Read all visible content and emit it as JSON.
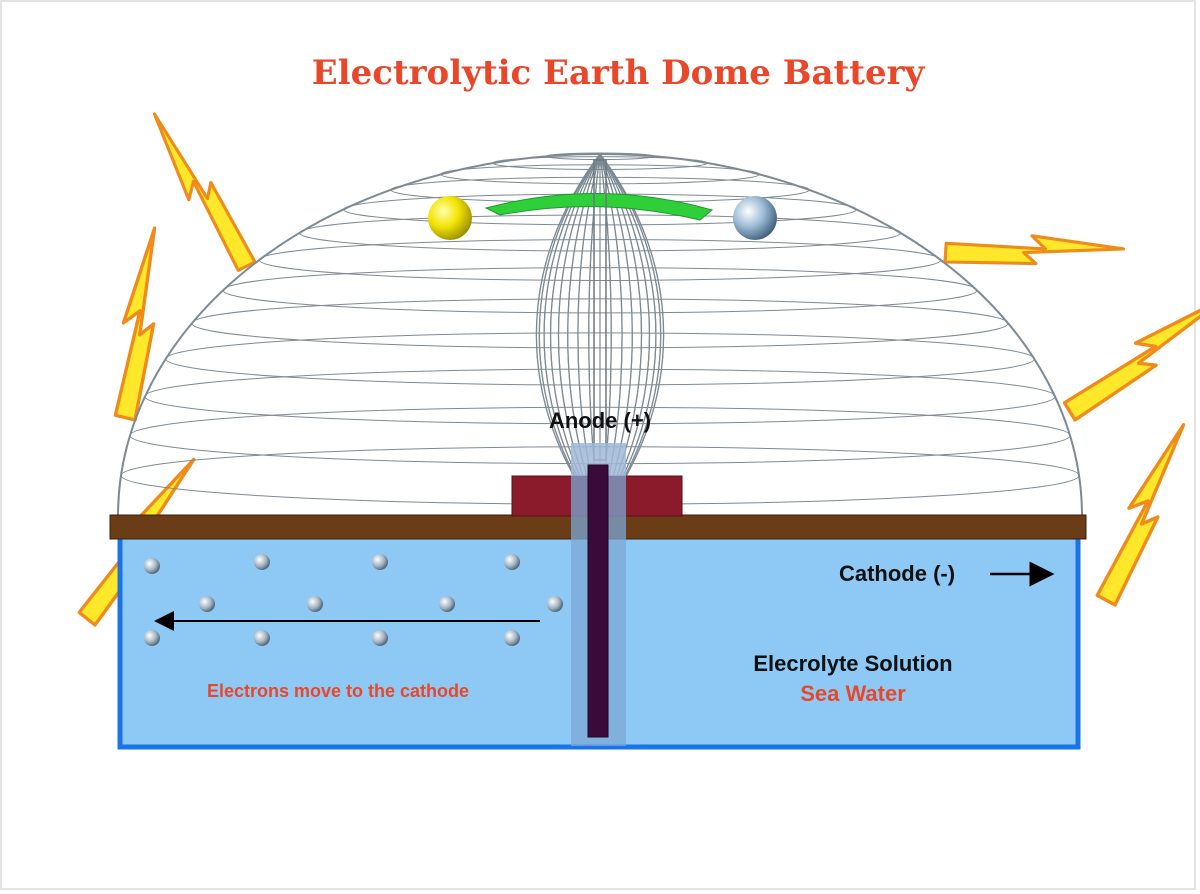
{
  "title": "Electrolytic Earth Dome Battery",
  "labels": {
    "anode": "Anode (+)",
    "cathode": "Cathode (-)",
    "electrolyte": "Elecrolyte Solution",
    "sea_water": "Sea Water",
    "electrons_note": "Electrons move to the cathode"
  },
  "colors": {
    "title": "#e8472a",
    "water": "#8ec9f5",
    "water_border": "#1b73e8",
    "ground": "#6b3d17",
    "anode_block": "#8b1a2a",
    "rod": "#3a0a3a",
    "sleeve": "#7aa7d6",
    "sun": "#f2e400",
    "moon": "#8fb2d0",
    "arc": "#2fcf3a",
    "lightning_fill": "#ffe82a",
    "lightning_edge": "#f08a1a",
    "note": "#e8472a",
    "sea": "#e8472a"
  }
}
